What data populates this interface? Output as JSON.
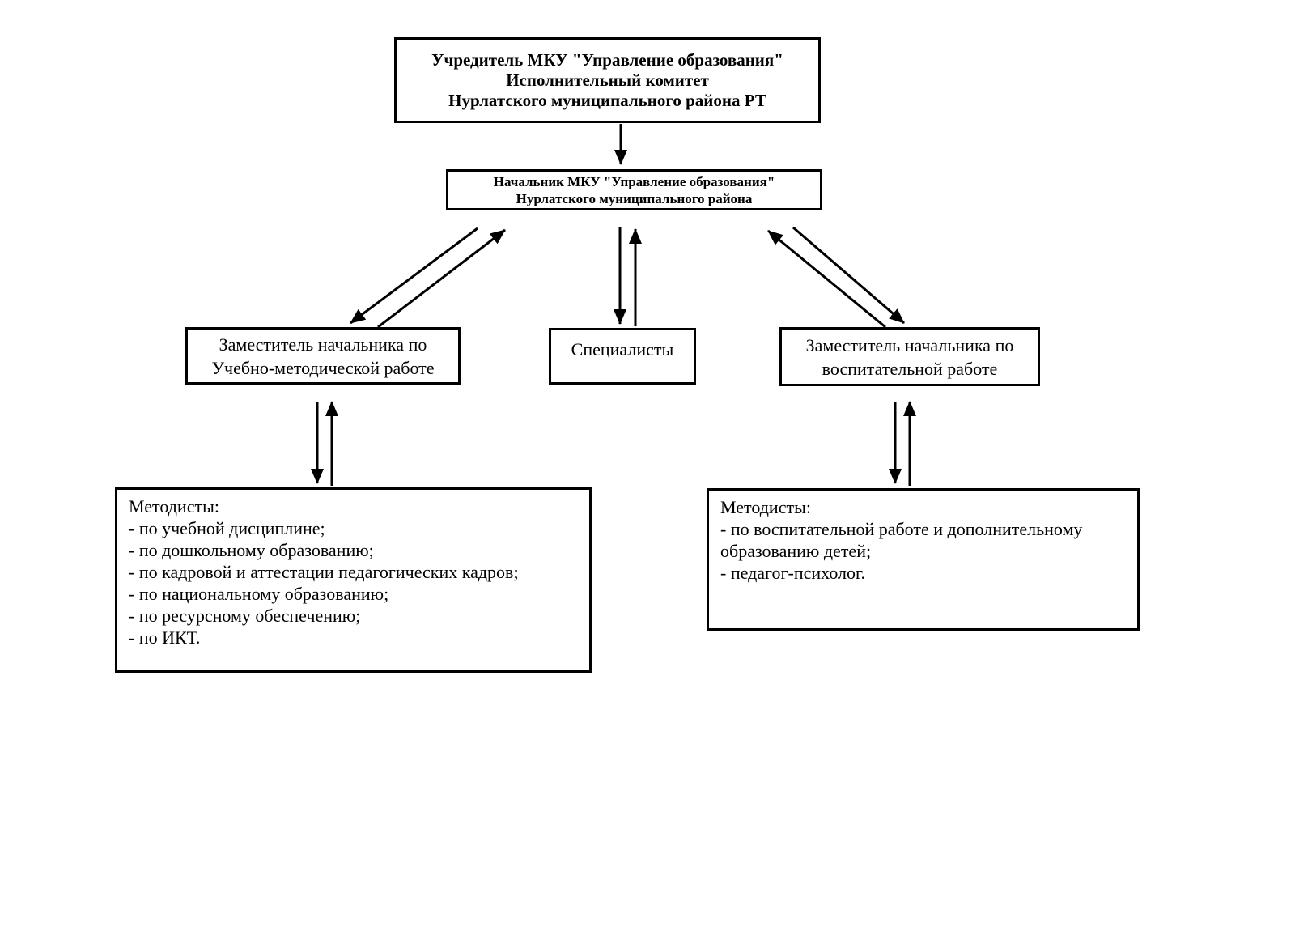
{
  "diagram": {
    "founder_box": {
      "lines": [
        "Учредитель МКУ \"Управление образования\"",
        "Исполнительный комитет",
        "Нурлатского муниципального района РТ"
      ]
    },
    "head_box": {
      "lines": [
        "Начальник МКУ \"Управление образования\"",
        "Нурлатского муниципального района"
      ]
    },
    "deputy_umr_box": {
      "lines": [
        "Заместитель начальника по",
        "Учебно-методической работе"
      ]
    },
    "specialists_box": {
      "label": "Специалисты"
    },
    "deputy_vr_box": {
      "lines": [
        "Заместитель начальника по",
        "воспитательной работе"
      ]
    },
    "methodists_umr_box": {
      "title": "Методисты:",
      "items": [
        "- по учебной дисциплине;",
        "- по дошкольному образованию;",
        "- по кадровой и аттестации педагогических кадров;",
        "- по национальному образованию;",
        "- по ресурсному обеспечению;",
        "- по ИКТ."
      ]
    },
    "methodists_vr_box": {
      "title": "Методисты:",
      "items": [
        "- по воспитательной работе и дополнительному образованию детей;",
        "- педагог-психолог."
      ]
    },
    "colors": {
      "line": "#000000",
      "background": "#ffffff",
      "box_fill": "#ffffff"
    }
  }
}
